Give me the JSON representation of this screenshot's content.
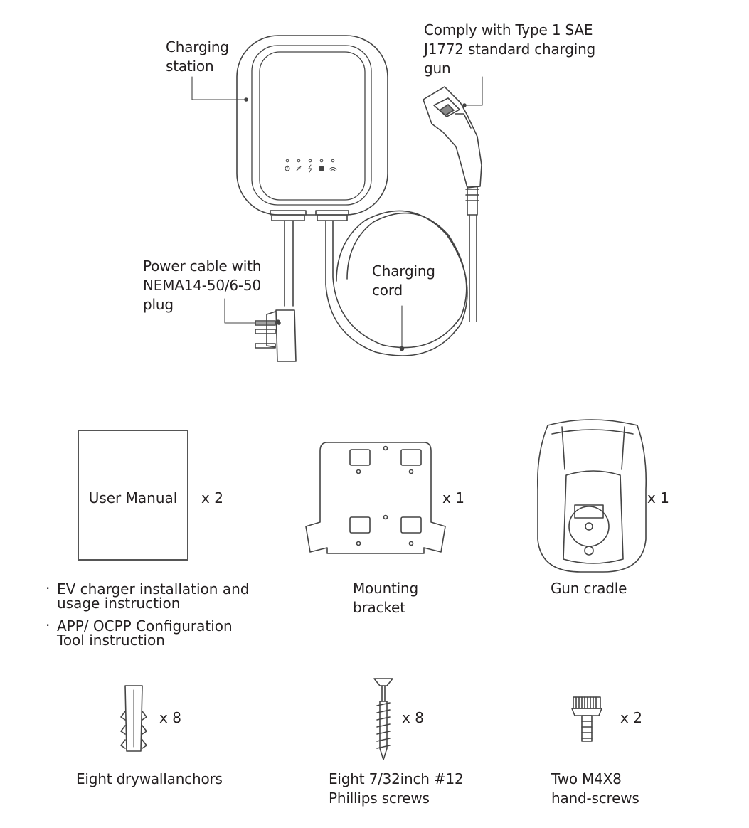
{
  "callouts": {
    "charging_station": "Charging\nstation",
    "gun": "Comply with Type 1 SAE\nJ1772 standard charging\ngun",
    "power_cable": "Power cable with\nNEMA14-50/6-50\nplug",
    "charging_cord": "Charging\ncord"
  },
  "items": {
    "user_manual": {
      "cover_label": "User Manual",
      "qty": "x 2",
      "bullets": [
        "EV charger installation and\nusage instruction",
        "APP/ OCPP Configuration\nTool instruction"
      ]
    },
    "mounting_bracket": {
      "label": "Mounting\nbracket",
      "qty": "x 1"
    },
    "gun_cradle": {
      "label": "Gun cradle",
      "qty": "x 1"
    },
    "drywall_anchors": {
      "label": "Eight drywallanchors",
      "qty": "x 8"
    },
    "phillips_screws": {
      "label": "Eight 7/32inch #12\nPhillips screws",
      "qty": "x 8"
    },
    "hand_screws": {
      "label": "Two M4X8\nhand-screws",
      "qty": "x 2"
    }
  },
  "colors": {
    "line": "#444444",
    "text": "#231f20"
  }
}
